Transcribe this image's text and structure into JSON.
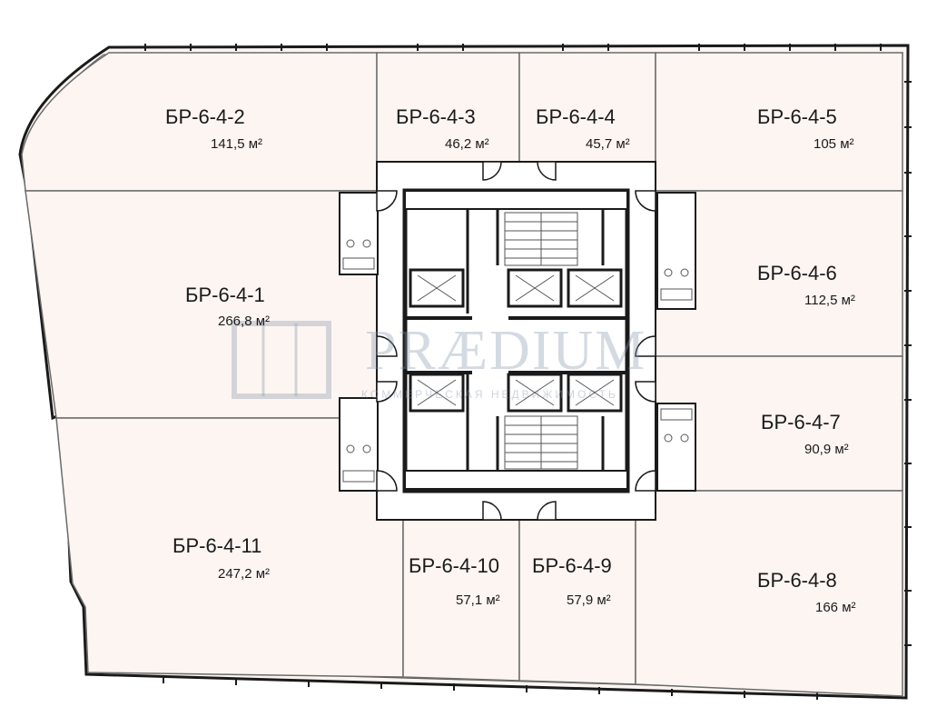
{
  "units": [
    {
      "id": "u2",
      "name": "БР-6-4-2",
      "area": "141,5 м²"
    },
    {
      "id": "u3",
      "name": "БР-6-4-3",
      "area": "46,2 м²"
    },
    {
      "id": "u4",
      "name": "БР-6-4-4",
      "area": "45,7 м²"
    },
    {
      "id": "u5",
      "name": "БР-6-4-5",
      "area": "105 м²"
    },
    {
      "id": "u1",
      "name": "БР-6-4-1",
      "area": "266,8 м²"
    },
    {
      "id": "u6",
      "name": "БР-6-4-6",
      "area": "112,5 м²"
    },
    {
      "id": "u7",
      "name": "БР-6-4-7",
      "area": "90,9 м²"
    },
    {
      "id": "u11",
      "name": "БР-6-4-11",
      "area": "247,2 м²"
    },
    {
      "id": "u10",
      "name": "БР-6-4-10",
      "area": "57,1 м²"
    },
    {
      "id": "u9",
      "name": "БР-6-4-9",
      "area": "57,9 м²"
    },
    {
      "id": "u8",
      "name": "БР-6-4-8",
      "area": "166 м²"
    }
  ],
  "watermark": {
    "brand": "PRÆDIUM",
    "tagline": "КОММЕРЧЕСКАЯ НЕДВИЖИМОСТЬ"
  },
  "colors": {
    "unit_fill": "#fcf5f2",
    "wall": "#1a1a1a",
    "core_fill": "#ffffff",
    "watermark": "#8796aa"
  }
}
